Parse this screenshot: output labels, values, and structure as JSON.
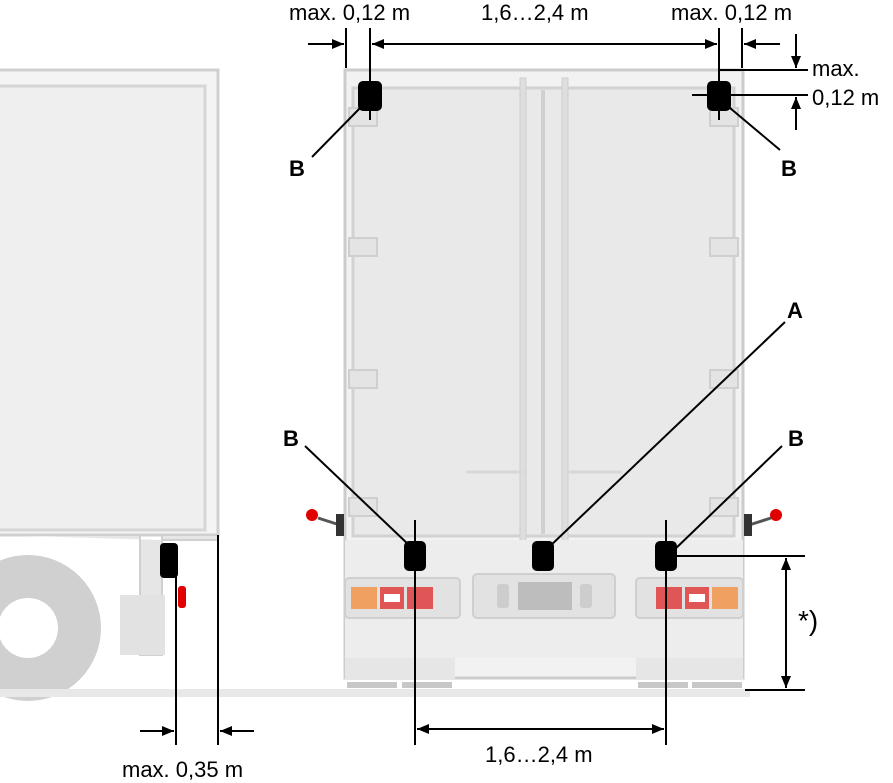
{
  "labels": {
    "dim_top_left": "max. 0,12 m",
    "dim_top_center": "1,6…2,4 m",
    "dim_top_right": "max. 0,12 m",
    "dim_right_max": "max.",
    "dim_right_value": "0,12 m",
    "dim_bottom_left": "max. 0,35 m",
    "dim_bottom_center": "1,6…2,4 m",
    "height_note": "*)",
    "marker_a": "A",
    "marker_b": "B"
  },
  "colors": {
    "body_light": "#f2f2f2",
    "panel": "#e9e9e9",
    "outline": "#cfcfcf",
    "lamp": "#000000",
    "tail_red": "#e05555",
    "tail_orange": "#f0a060",
    "marker_red": "#e00000"
  }
}
